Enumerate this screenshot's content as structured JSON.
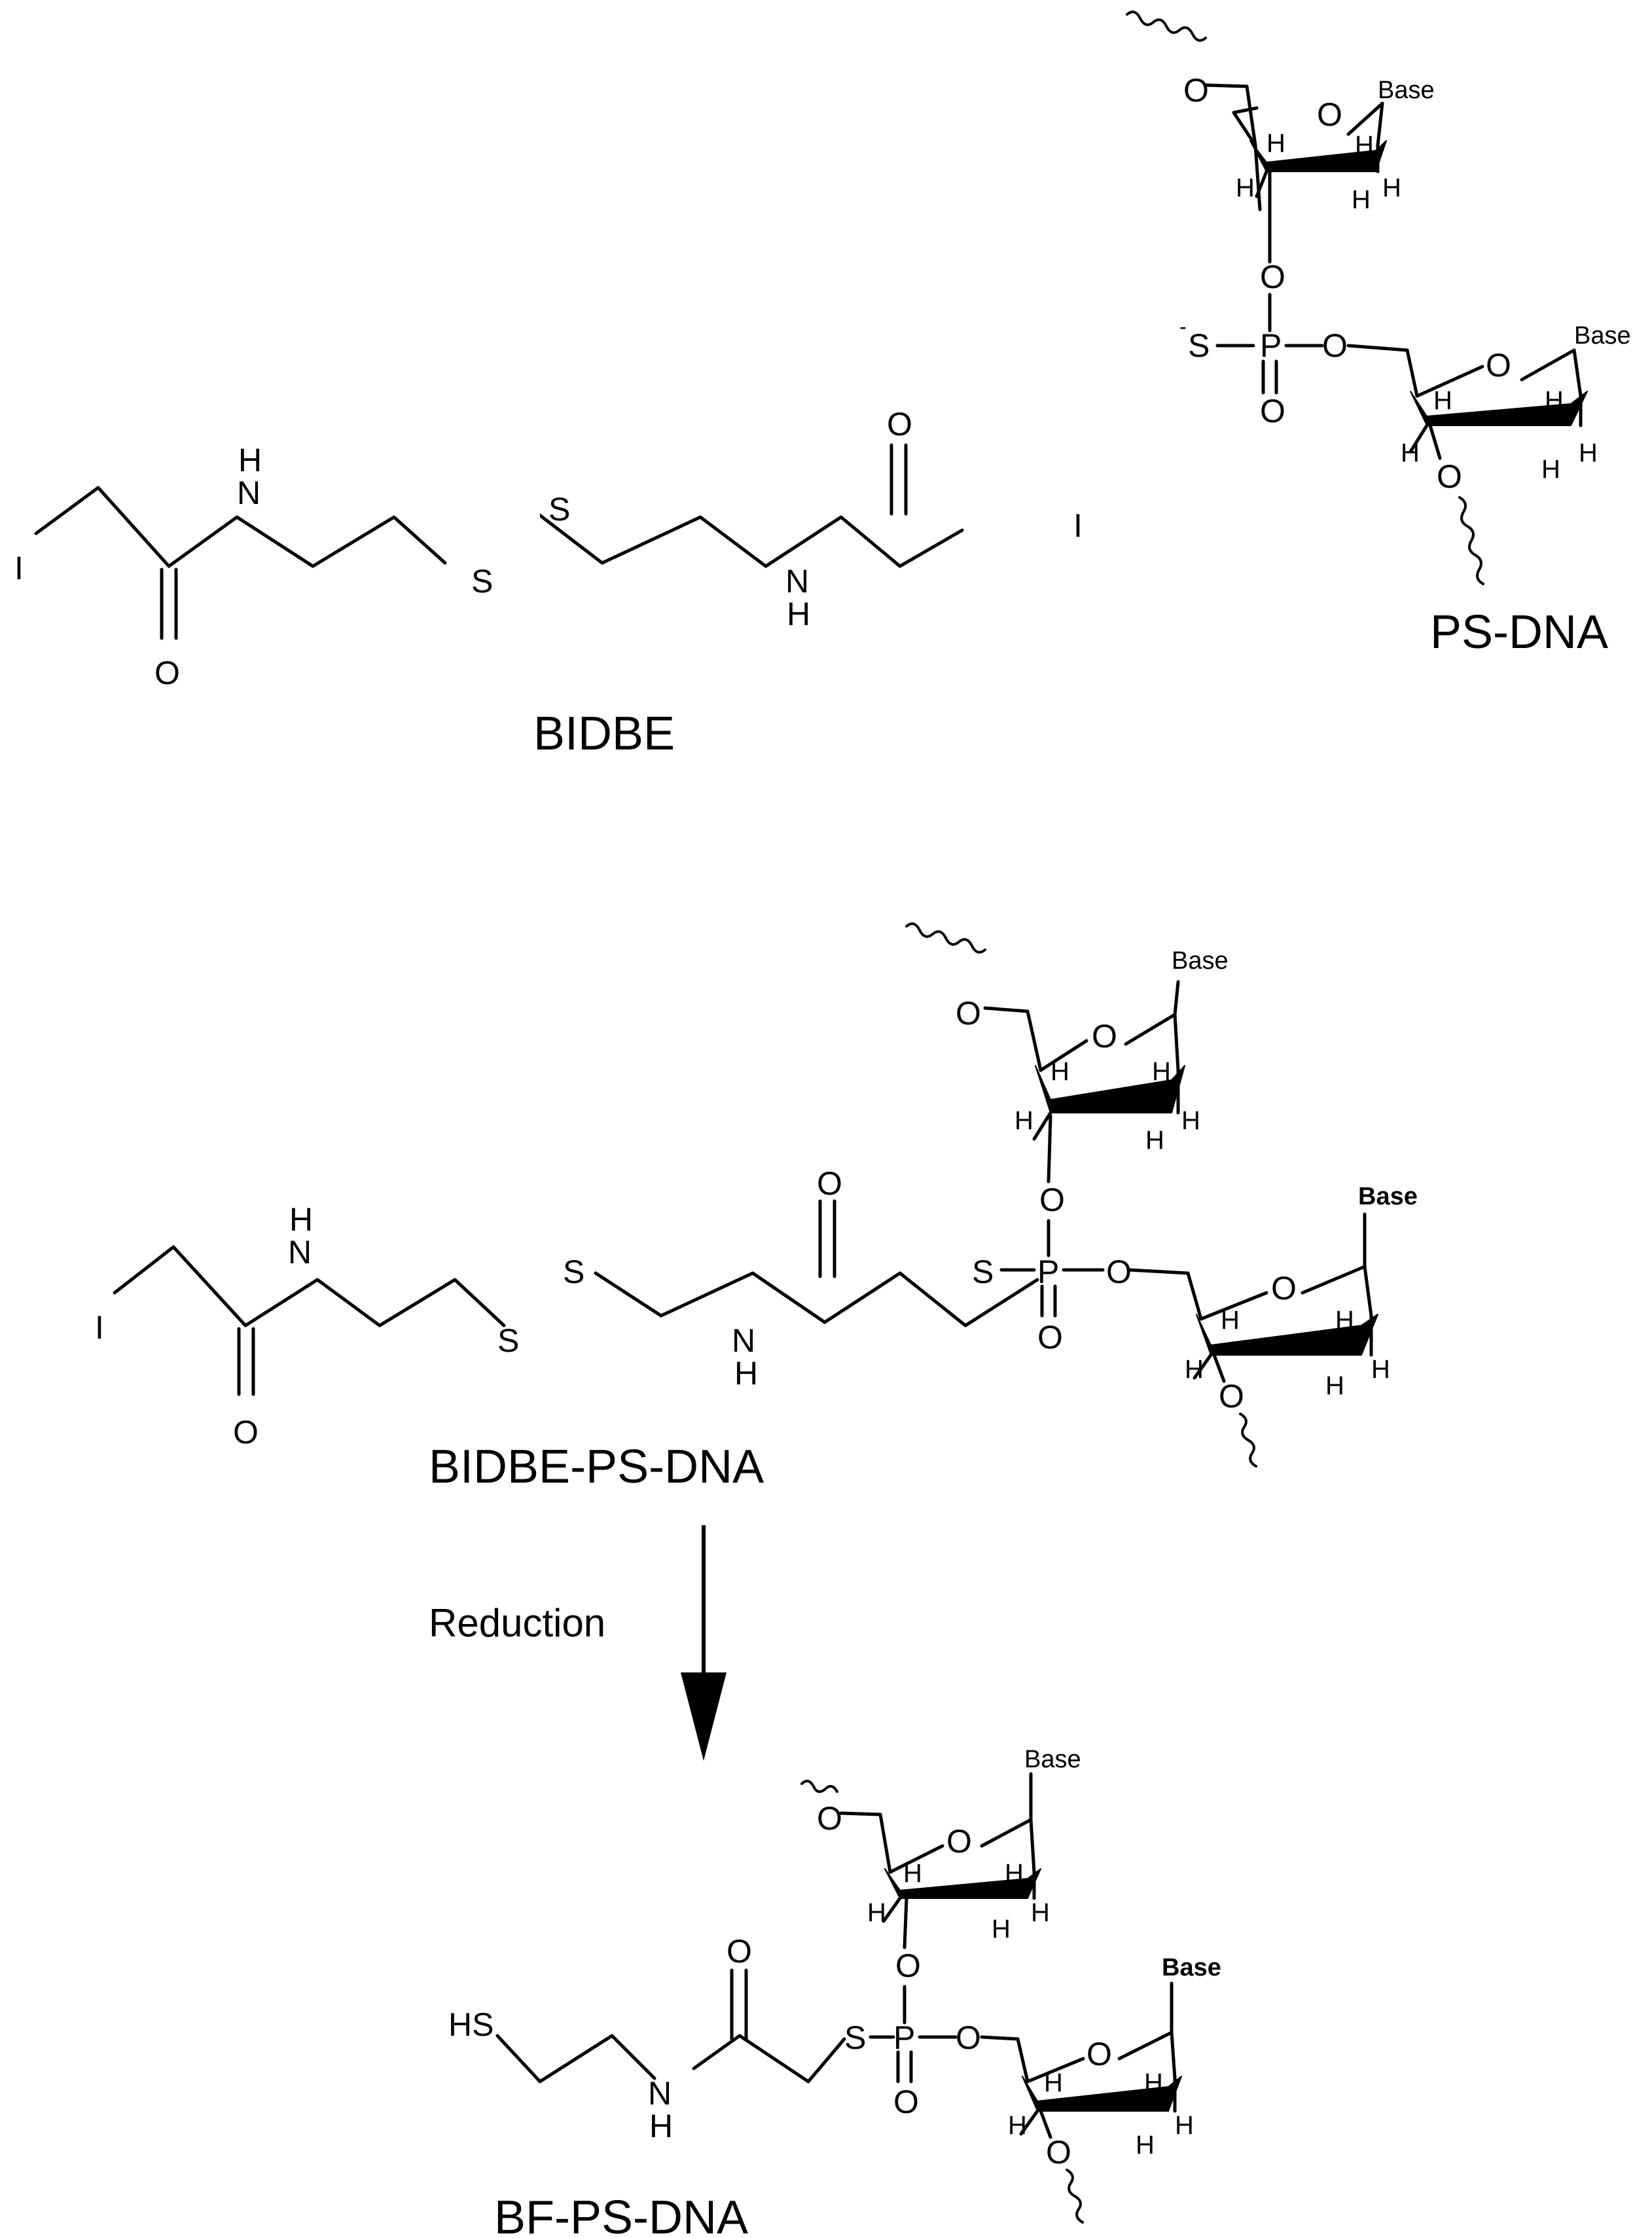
{
  "labels": {
    "bidbe": "BIDBE",
    "ps_dna": "PS-DNA",
    "bidbe_ps_dna": "BIDBE-PS-DNA",
    "bf_ps_dna": "BF-PS-DNA",
    "reduction": "Reduction"
  },
  "atoms": {
    "iodine": "I",
    "nitrogen": "N",
    "hydrogen": "H",
    "sulfur": "S",
    "oxygen": "O",
    "phosphorus": "P",
    "thiol": "HS",
    "base": "Base",
    "minus": "-"
  }
}
